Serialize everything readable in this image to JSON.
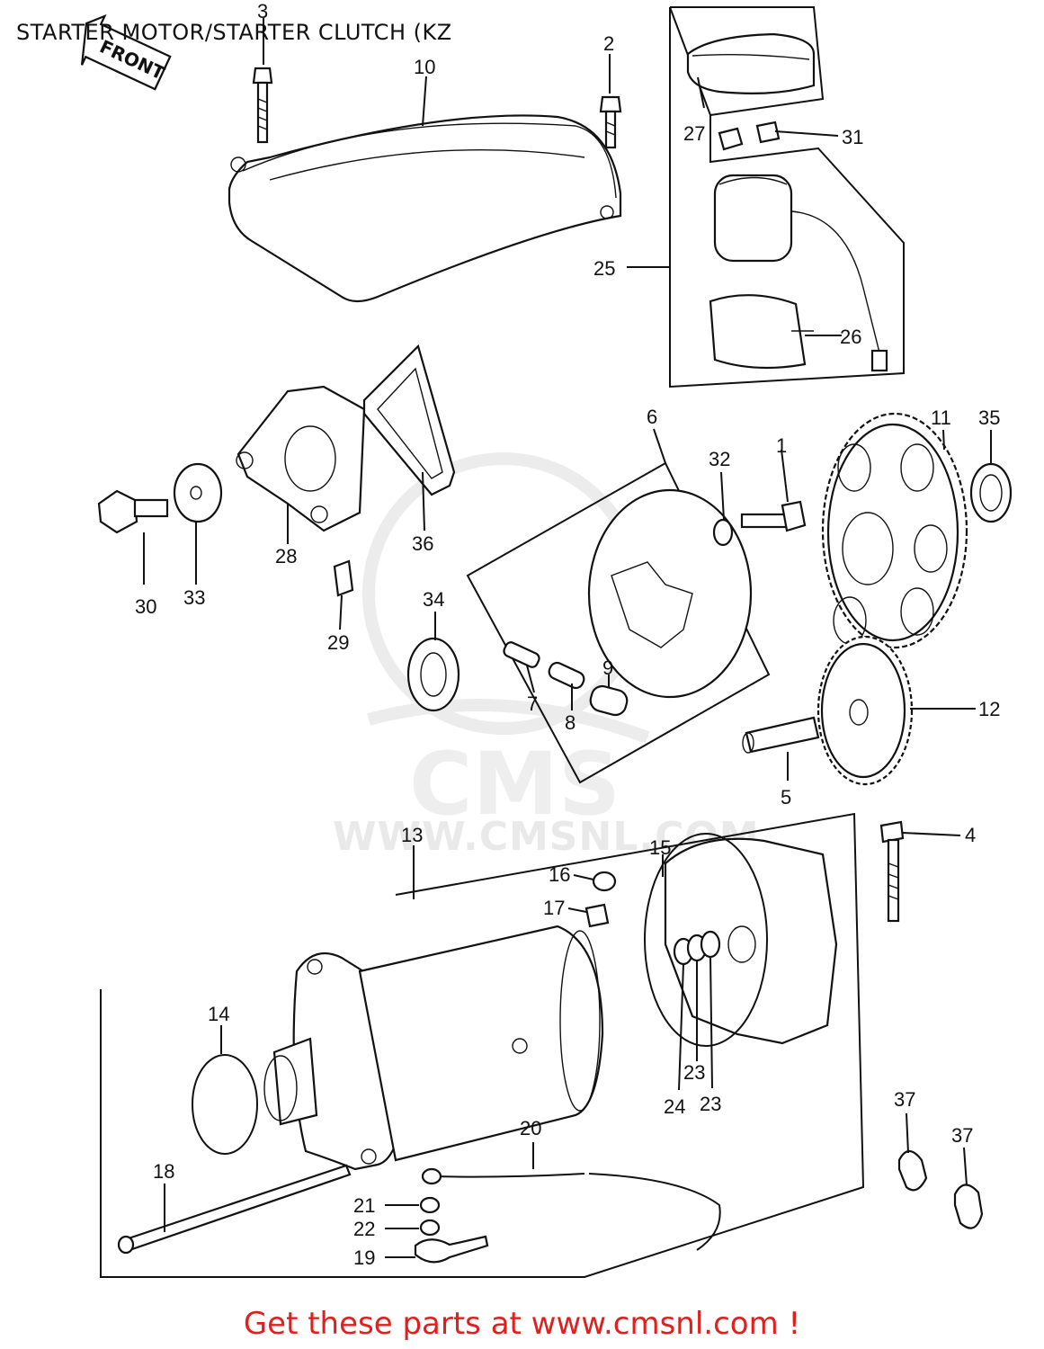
{
  "title": "STARTER MOTOR/STARTER CLUTCH (KZ",
  "front_tag": "FRONT",
  "watermark": "WWW.CMSNL.COM",
  "watermark_logo": "CMS",
  "footer": "Get these parts at www.cmsnl.com !",
  "labels": {
    "p1": "1",
    "p2": "2",
    "p3": "3",
    "p4": "4",
    "p5": "5",
    "p6": "6",
    "p7": "7",
    "p8": "8",
    "p9": "9",
    "p10": "10",
    "p11": "11",
    "p12": "12",
    "p13": "13",
    "p14": "14",
    "p15": "15",
    "p16": "16",
    "p17": "17",
    "p18": "18",
    "p19": "19",
    "p20": "20",
    "p21": "21",
    "p22": "22",
    "p23a": "23",
    "p23b": "23",
    "p24": "24",
    "p25": "25",
    "p26": "26",
    "p27": "27",
    "p28": "28",
    "p29": "29",
    "p30": "30",
    "p31": "31",
    "p32": "32",
    "p33": "33",
    "p34": "34",
    "p35": "35",
    "p36": "36",
    "p37a": "37",
    "p37b": "37"
  },
  "colors": {
    "line": "#111111",
    "footer": "#e0201e",
    "watermark": "#ececec"
  }
}
